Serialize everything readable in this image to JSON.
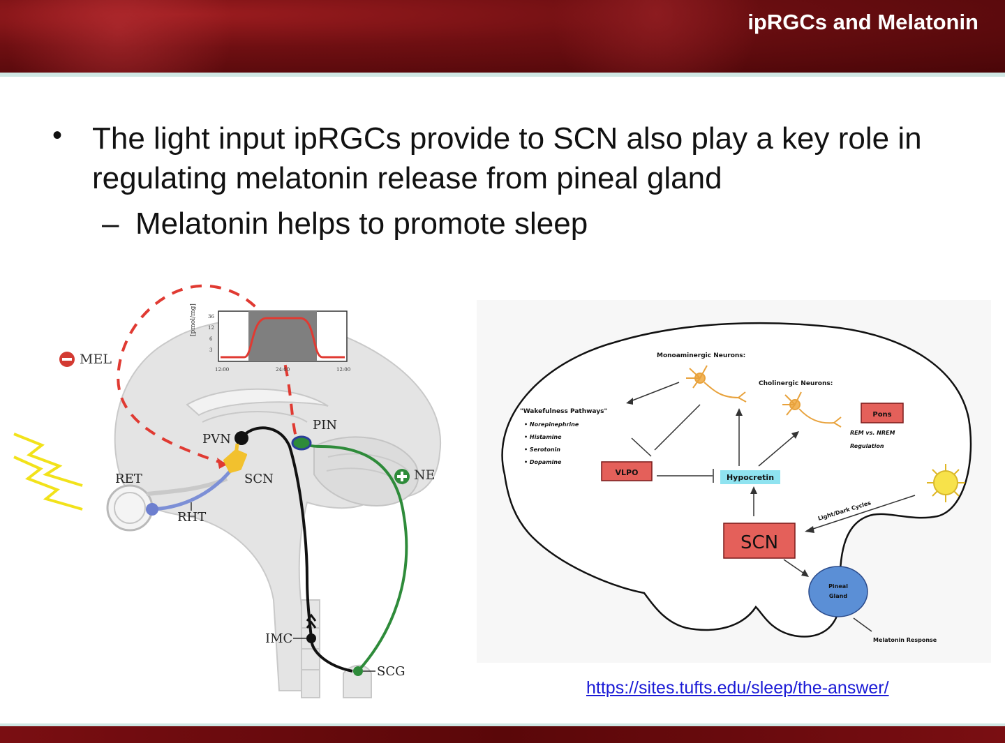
{
  "slide": {
    "title": "ipRGCs and Melatonin",
    "bullet": "The light input ipRGCs provide to SCN also play a key role in regulating melatonin release from pineal gland",
    "sub_bullet": "Melatonin helps to promote sleep",
    "source_url": "https://sites.tufts.edu/sleep/the-answer/"
  },
  "left_figure": {
    "labels": {
      "mel": "MEL",
      "pvn": "PVN",
      "pin": "PIN",
      "scn": "SCN",
      "ret": "RET",
      "rht": "RHT",
      "ne": "NE",
      "imc": "IMC",
      "scg": "SCG"
    },
    "inset": {
      "ylabel": "[pmol/mg]",
      "yticks": [
        "36",
        "12",
        "6",
        "3"
      ],
      "xticks": [
        "12:00",
        "24:00",
        "12:00"
      ]
    },
    "colors": {
      "melatonin_path": "#e03a32",
      "rht_path": "#7c8fd6",
      "neural_path": "#111111",
      "ne_path": "#2e8b3a",
      "scn_node": "#f2c12e"
    }
  },
  "right_figure": {
    "monoaminergic": "Monoaminergic Neurons:",
    "cholinergic": "Cholinergic Neurons:",
    "wakefulness_title": "\"Wakefulness Pathways\"",
    "wakefulness_items": [
      "Norepinephrine",
      "Histamine",
      "Serotonin",
      "Dopamine"
    ],
    "pons": "Pons",
    "rem": "REM vs. NREM",
    "regulation": "Regulation",
    "vlpo": "VLPO",
    "hypocretin": "Hypocretin",
    "light_dark": "Light/Dark Cycles",
    "scn": "SCN",
    "pineal_line1": "Pineal",
    "pineal_line2": "Gland",
    "melatonin_response": "Melatonin Response",
    "colors": {
      "box_fill": "#e4605a",
      "hypocretin_bg": "#8fe3f0",
      "pineal_fill": "#5b8fd6",
      "sun_fill": "#f7e24a"
    }
  }
}
